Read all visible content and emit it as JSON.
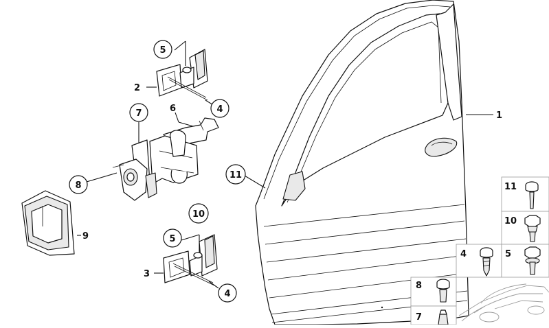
{
  "callouts": {
    "c1": "1",
    "c2": "2",
    "c3": "3",
    "c4a": "4",
    "c4b": "4",
    "c5a": "5",
    "c5b": "5",
    "c6": "6",
    "c7": "7",
    "c8": "8",
    "c9": "9",
    "c10": "10",
    "c11": "11"
  },
  "legend": {
    "l11": "11",
    "l10": "10",
    "l4": "4",
    "l5": "5",
    "l8": "8",
    "l7": "7"
  }
}
